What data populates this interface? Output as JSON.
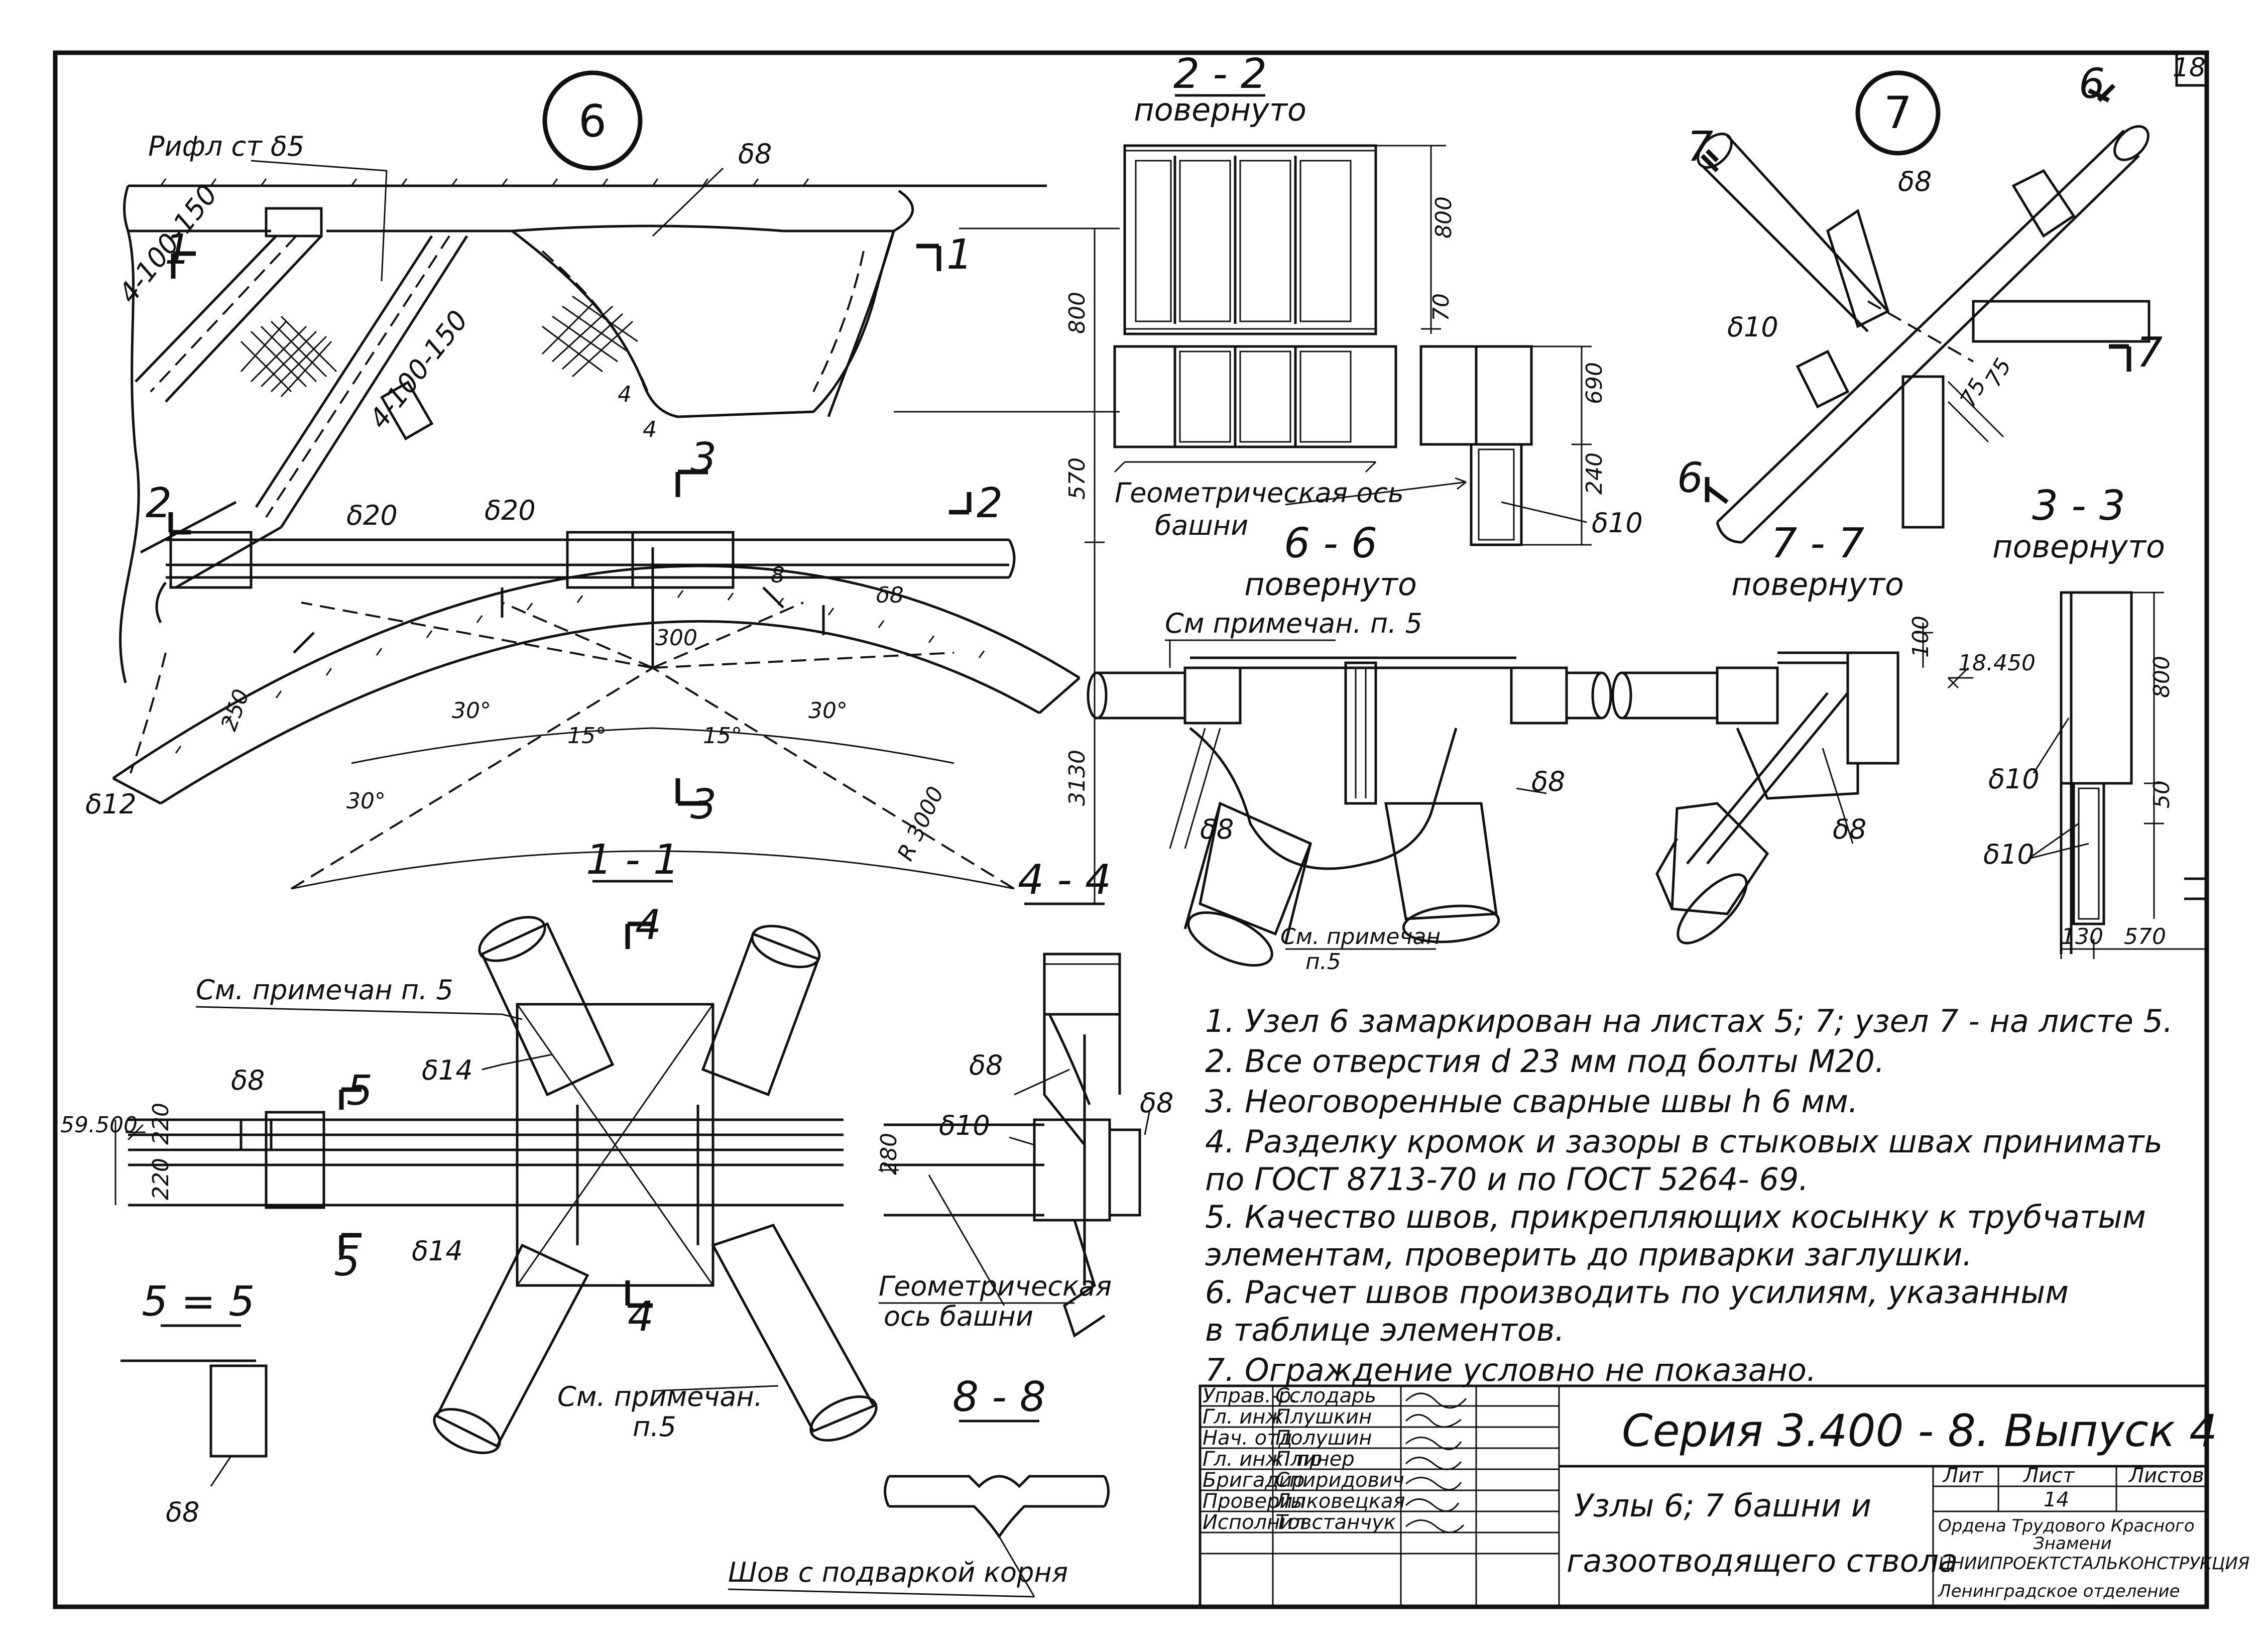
{
  "sheet": {
    "number": "18",
    "node_6": "6",
    "node_7": "7"
  },
  "sections": {
    "s22": {
      "title": "2 - 2",
      "sub": "повернуто"
    },
    "s66": {
      "title": "6 - 6",
      "sub": "повернуто"
    },
    "s77": {
      "title": "7 - 7",
      "sub": "повернуто"
    },
    "s33": {
      "title": "3 - 3",
      "sub": "повернуто"
    },
    "s11": {
      "title": "1 - 1"
    },
    "s44": {
      "title": "4 - 4"
    },
    "s55": {
      "title": "5 = 5"
    },
    "s88": {
      "title": "8 - 8"
    }
  },
  "labels": {
    "rifl": "Рифл  ст  δ5",
    "d8": "δ8",
    "d10": "δ10",
    "d12": "δ12",
    "d14": "δ14",
    "d20": "δ20",
    "weld_4_100_150": "4-100-150",
    "geom_axis_1": "Геометрическая ось",
    "geom_axis_2": "башни",
    "geom_axis_alt_1": "Геометрическая",
    "geom_axis_alt_2": "ось  башни",
    "see_note_5": "См примечан. п. 5",
    "see_note_short": "См. примечан",
    "see_note_p5": "п.5",
    "see_note_11": "См. примечан   п. 5",
    "see_note_bot": "См. примечан.",
    "root_weld": "Шов с подваркой корня",
    "cut_1": "1",
    "cut_2": "2",
    "cut_3": "3",
    "cut_4": "4",
    "cut_5": "5",
    "cut_6": "6",
    "cut_7": "7",
    "num_4": "4"
  },
  "dimensions": {
    "d800": "800",
    "d570": "570",
    "d3130": "3130",
    "d300": "300",
    "d250": "250",
    "d30": "30°",
    "d15": "15°",
    "r3000": "R 3000",
    "d70": "70",
    "d690": "690",
    "d240": "240",
    "d75": "75",
    "d100": "100",
    "elev_18450": "18.450",
    "d50": "50",
    "d130": "130",
    "elev_59500": "59.500",
    "d220": "220",
    "d280": "280",
    "d8": "8"
  },
  "notes": [
    "1.  Узел 6  замаркирован на листах 5; 7;  узел 7 - на листе 5.",
    "2.  Все  отверстия  d 23 мм  под болты  М20.",
    "3.  Неоговоренные  сварные швы  h 6 мм.",
    "4.  Разделку  кромок  и зазоры в стыковых  швах  принимать",
    "     по ГОСТ 8713-70  и  по ГОСТ 5264- 69.",
    "5.  Качество  швов, прикрепляющих  косынку  к трубчатым",
    "     элементам,  проверить  до приварки  заглушки.",
    "6.  Расчет  швов  производить по усилиям,  указанным",
    "     в таблице  элементов.",
    "7.  Ограждение  условно  не показано."
  ],
  "title_block": {
    "roles": [
      "Управ.-р.",
      "Гл. инж.",
      "Нач. отд",
      "Гл. инж. пр",
      "Бригадир",
      "Проверил",
      "Исполнил"
    ],
    "names": [
      "Сслодарь",
      "Плушкин",
      "Полушин",
      "Плинер",
      "Спиридович",
      "Лыковецкая",
      "Товстанчук"
    ],
    "series": "Серия  3.400 - 8.    Выпуск  4",
    "drawing_title_1": "Узлы 6; 7  башни  и",
    "drawing_title_2": "газоотводящего  ствола",
    "col_lit": "Лит",
    "col_sheet": "Лист",
    "col_sheets": "Листов",
    "sheet_value": "14",
    "org_1": "Ордена  Трудового  Красного",
    "org_2": "Знамени",
    "org_3": "ЦНИИПРОЕКТСТАЛЬКОНСТРУКЦИЯ",
    "org_4": "Ленинградское  отделение"
  }
}
